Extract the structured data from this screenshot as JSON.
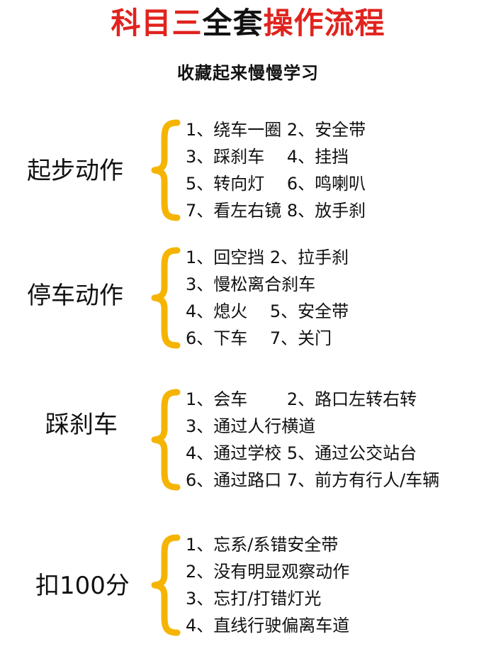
{
  "header": {
    "title_part1": "科目三",
    "title_part2": "全套",
    "title_part3": "操作流程",
    "subtitle": "收藏起来慢慢学习",
    "accent_color": "#e0231e"
  },
  "brace_color": "#f5b400",
  "sections": [
    {
      "label": "起步动作",
      "items": [
        "1、绕车一圈 2、安全带",
        "3、踩刹车　 4、挂挡",
        "5、转向灯　 6、鸣喇叭",
        "7、看左右镜 8、放手刹"
      ]
    },
    {
      "label": "停车动作",
      "items": [
        "1、回空挡 2、拉手刹",
        "3、慢松离合刹车",
        "4、熄火　 5、安全带",
        "6、下车　 7、关门"
      ]
    },
    {
      "label": "踩刹车",
      "items": [
        "1、会车　　 2、路口左转右转",
        "3、通过人行横道",
        "4、通过学校 5、通过公交站台",
        "6、通过路口 7、前方有行人/车辆"
      ]
    },
    {
      "label": "扣100分",
      "items": [
        "1、忘系/系错安全带",
        "2、没有明显观察动作",
        "3、忘打/打错灯光",
        "4、直线行驶偏离车道"
      ]
    }
  ]
}
